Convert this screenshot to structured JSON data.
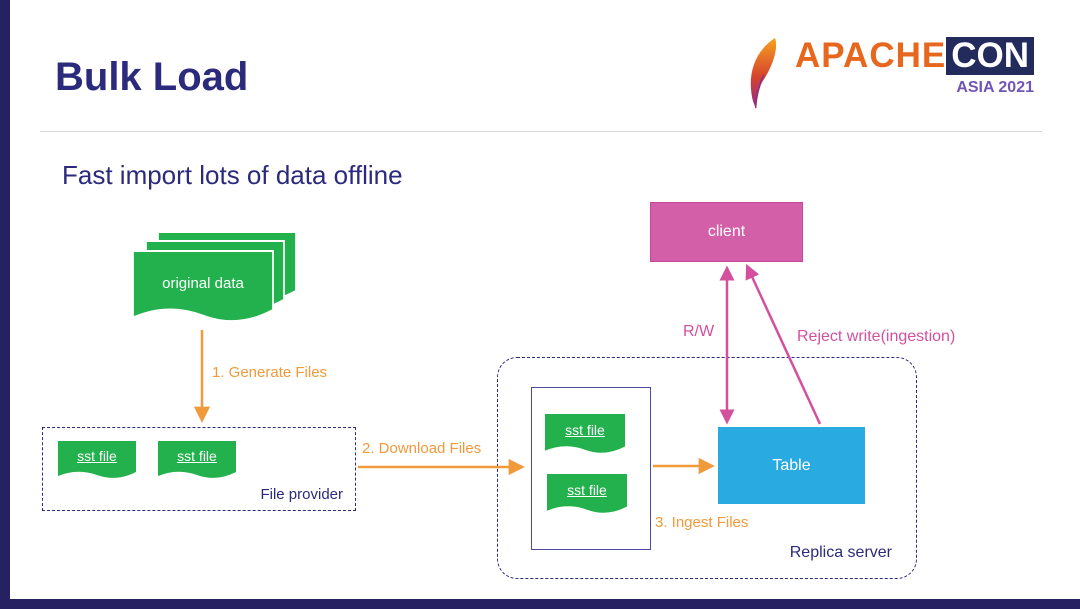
{
  "slide": {
    "title": "Bulk Load",
    "subtitle": "Fast import lots of data offline"
  },
  "logo": {
    "apache_text": "APACHE",
    "con_text": "CON",
    "asia_text": "ASIA 2021",
    "feather_icon": "apache-feather-icon"
  },
  "diagram": {
    "nodes": {
      "original_data": "original data",
      "sst_file": "sst file",
      "file_provider": "File provider",
      "client": "client",
      "table": "Table",
      "replica_server": "Replica server"
    },
    "labels": {
      "step1": "1. Generate Files",
      "step2": "2. Download Files",
      "step3": "3. Ingest Files",
      "rw": "R/W",
      "reject": "Reject write(ingestion)"
    }
  },
  "colors": {
    "navy": "#2b2a7c",
    "green": "#22b14c",
    "orange": "#f09a3c",
    "magenta": "#d4509e",
    "pink": "#d45fa9",
    "cyan": "#29abe2",
    "accent_bar": "#262262"
  }
}
